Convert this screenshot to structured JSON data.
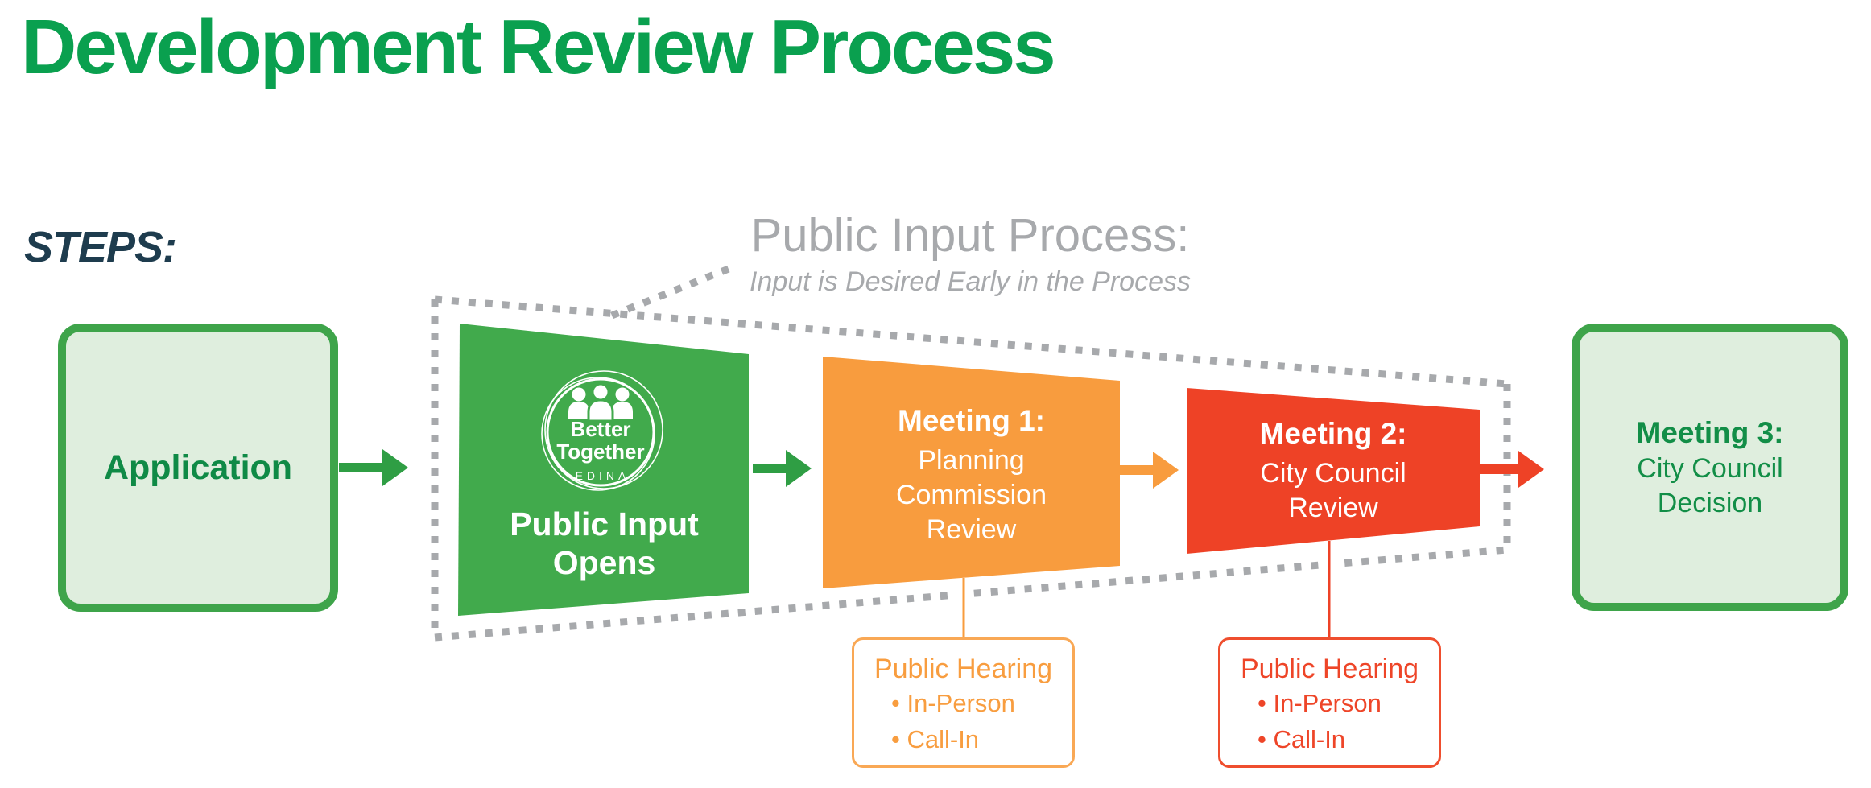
{
  "title": "Development Review Process",
  "steps_label": "STEPS:",
  "public_input_process": {
    "heading": "Public Input Process:",
    "subheading": "Input is Desired Early in the Process"
  },
  "nodes": {
    "application": {
      "label": "Application"
    },
    "public_input_opens": {
      "logo": {
        "line1": "Better",
        "line2": "Together",
        "line3": "EDINA"
      },
      "title_line1": "Public Input",
      "title_line2": "Opens"
    },
    "meeting1": {
      "title": "Meeting 1:",
      "line1": "Planning",
      "line2": "Commission",
      "line3": "Review"
    },
    "meeting2": {
      "title": "Meeting 2:",
      "line1": "City Council",
      "line2": "Review"
    },
    "meeting3": {
      "title": "Meeting 3:",
      "line1": "City Council",
      "line2": "Decision"
    }
  },
  "callouts": {
    "meeting1_hearing": {
      "title": "Public Hearing",
      "items": [
        "• In-Person",
        "• Call-In"
      ]
    },
    "meeting2_hearing": {
      "title": "Public Hearing",
      "items": [
        "• In-Person",
        "• Call-In"
      ]
    }
  },
  "colors": {
    "title_green": "#0aa04f",
    "steps_navy": "#1e3c4e",
    "gray_text_and_dashes": "#a7a9ac",
    "box_fill_light_green": "#dfeede",
    "box_border_green": "#3ea44a",
    "box_text_green": "#0f8a46",
    "trapezoid_green": "#41aa4c",
    "trapezoid_orange": "#f89c3e",
    "trapezoid_red": "#ee4226",
    "arrow_green": "#2f9e44",
    "callout_orange": "#f89d3f",
    "callout_red": "#ee4528"
  }
}
